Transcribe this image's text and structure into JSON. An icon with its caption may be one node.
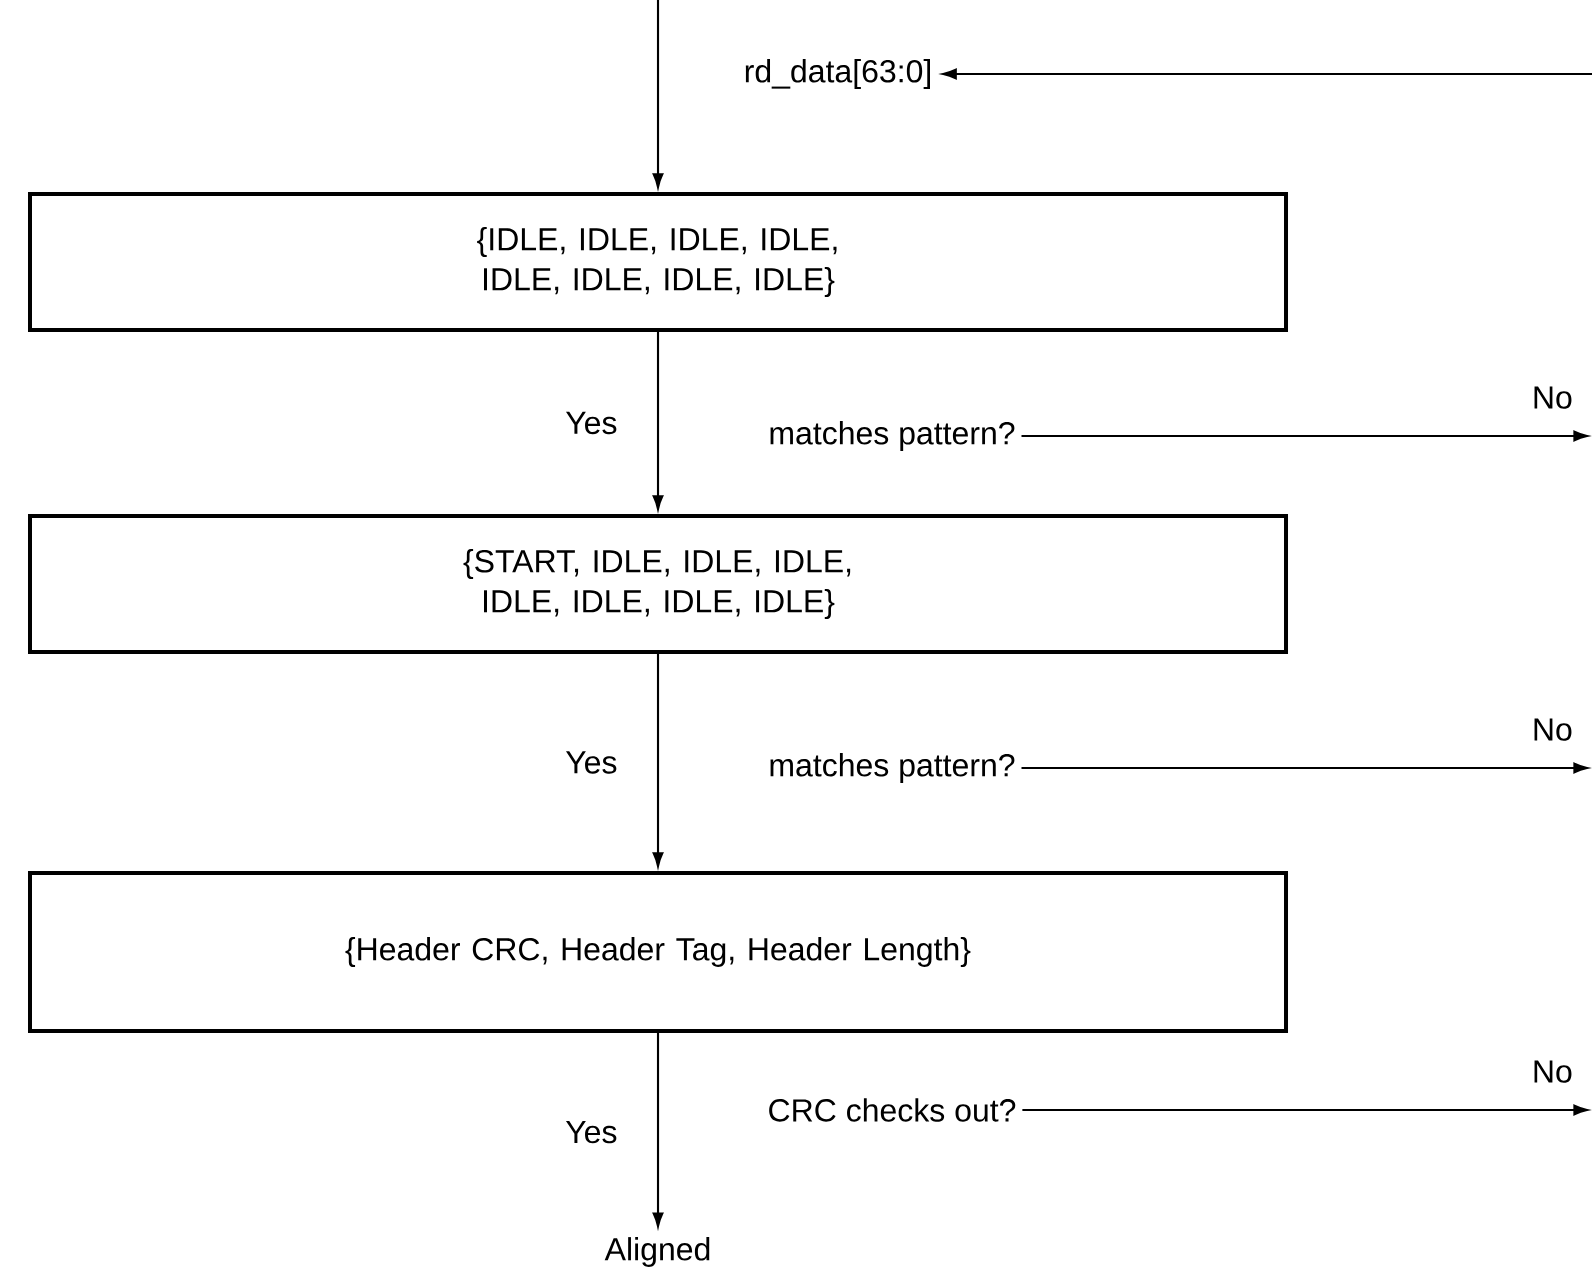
{
  "diagram": {
    "nodes": [
      {
        "text": [
          "{IDLE, IDLE, IDLE, IDLE, IDLE, IDLE, IDLE, IDLE}"
        ]
      },
      {
        "text": [
          "{START, IDLE, IDLE, IDLE, IDLE, IDLE, IDLE, IDLE}"
        ]
      },
      {
        "text": [
          "{Header CRC, Header Tag, Header Length}"
        ]
      },
      {
        "text": [
          "Aligned"
        ]
      },
      {
        "text": [
          "rd_data[63:0]"
        ]
      },
      {
        "text": [
          "matches pattern?"
        ]
      },
      {
        "text": [
          "matches pattern?"
        ]
      },
      {
        "text": [
          "CRC checks out?"
        ]
      }
    ],
    "edges": [
      {
        "from": null,
        "to": 0,
        "arrow": "to"
      },
      {
        "from": 0,
        "to": 1,
        "arrow": "to",
        "label": "Yes"
      },
      {
        "from": 1,
        "to": 2,
        "arrow": "to",
        "label": "Yes"
      },
      {
        "from": 2,
        "to": 3,
        "arrow": "to",
        "label": "Yes"
      },
      {
        "from": null,
        "to": 4,
        "arrow": "to"
      },
      {
        "from": 5,
        "to": null,
        "arrow": "to",
        "label": "No"
      },
      {
        "from": 6,
        "to": null,
        "arrow": "to",
        "label": "No"
      },
      {
        "from": 7,
        "to": null,
        "arrow": "to",
        "label": "No"
      }
    ]
  }
}
